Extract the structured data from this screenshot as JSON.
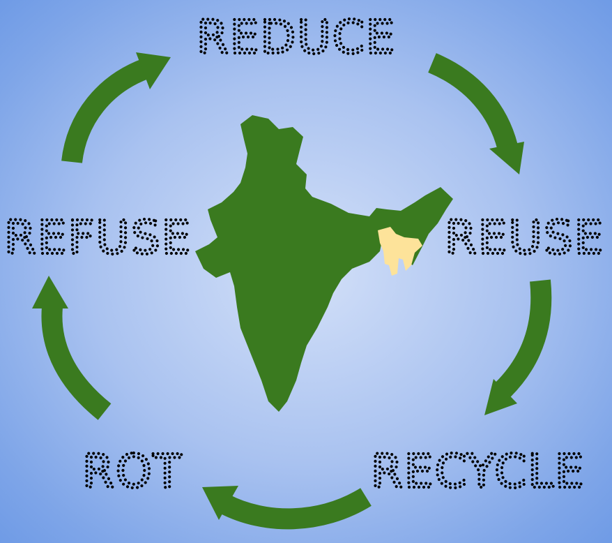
{
  "diagram": {
    "type": "cycle",
    "center_image": "india-map",
    "highlighted_region_color": "#fde39a",
    "arrow_color": "#3a7a1f",
    "stages": [
      {
        "id": "reduce",
        "label": "REDUCE"
      },
      {
        "id": "reuse",
        "label": "REUSE"
      },
      {
        "id": "recycle",
        "label": "RECYCLE"
      },
      {
        "id": "rot",
        "label": "ROT"
      },
      {
        "id": "refuse",
        "label": "REFUSE"
      }
    ]
  }
}
